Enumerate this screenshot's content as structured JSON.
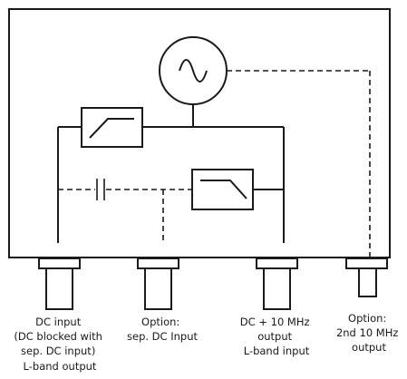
{
  "labels": {
    "dc_input": [
      "DC input",
      "(DC blocked with",
      "sep. DC input)",
      "L-band output"
    ],
    "sep_dc": [
      "Option:",
      "sep. DC Input"
    ],
    "dc_10mhz": [
      "DC + 10 MHz",
      "output",
      "L-band input"
    ],
    "second_10mhz": [
      "Option:",
      "2nd 10 MHz",
      "output"
    ]
  }
}
